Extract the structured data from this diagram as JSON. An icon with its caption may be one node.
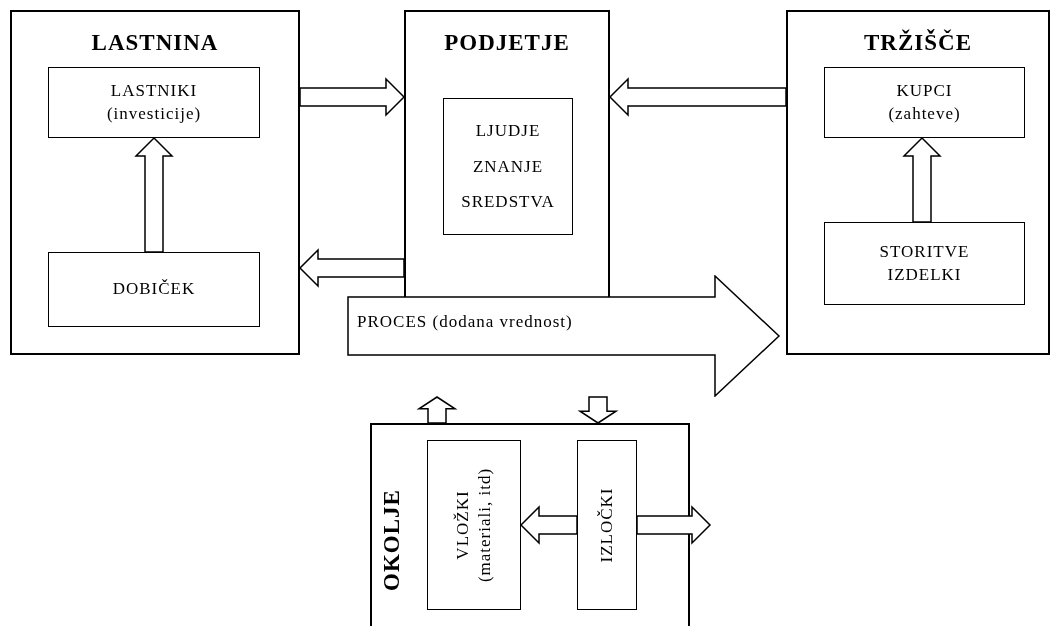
{
  "diagram": {
    "nodes": [
      {
        "text": [
          "LASTNINA"
        ]
      },
      {
        "text": [
          "LASTNIKI (investicije)"
        ],
        "in": 0
      },
      {
        "text": [
          "DOBIČEK"
        ],
        "in": 0
      },
      {
        "text": [
          "PODJETJE"
        ]
      },
      {
        "text": [
          "LJUDJE ZNANJE SREDSTVA"
        ],
        "in": 3
      },
      {
        "text": [
          "TRŽIŠČE"
        ]
      },
      {
        "text": [
          "KUPCI (zahteve)"
        ],
        "in": 5
      },
      {
        "text": [
          "STORITVE IZDELKI"
        ],
        "in": 5
      },
      {
        "text": [
          "PROCES (dodana vrednost)"
        ]
      },
      {
        "text": [
          "OKOLJE"
        ]
      },
      {
        "text": [
          "VLOŽKI (materiali, itd)"
        ],
        "in": 9
      },
      {
        "text": [
          "IZLOČKI"
        ],
        "in": 9
      }
    ],
    "edges": [
      {
        "from": 0,
        "to": 3,
        "arrow": "to"
      },
      {
        "from": 5,
        "to": 3,
        "arrow": "to"
      },
      {
        "from": 3,
        "to": 0,
        "arrow": "to"
      },
      {
        "from": 2,
        "to": 1,
        "arrow": "to"
      },
      {
        "from": 7,
        "to": 6,
        "arrow": "to"
      },
      {
        "from": 8,
        "to": 9,
        "arrow": "to"
      },
      {
        "from": 9,
        "to": 8,
        "arrow": "to"
      },
      {
        "from": 11,
        "to": 10,
        "arrow": "to"
      },
      {
        "from": 11,
        "to": null,
        "arrow": "to"
      }
    ]
  }
}
